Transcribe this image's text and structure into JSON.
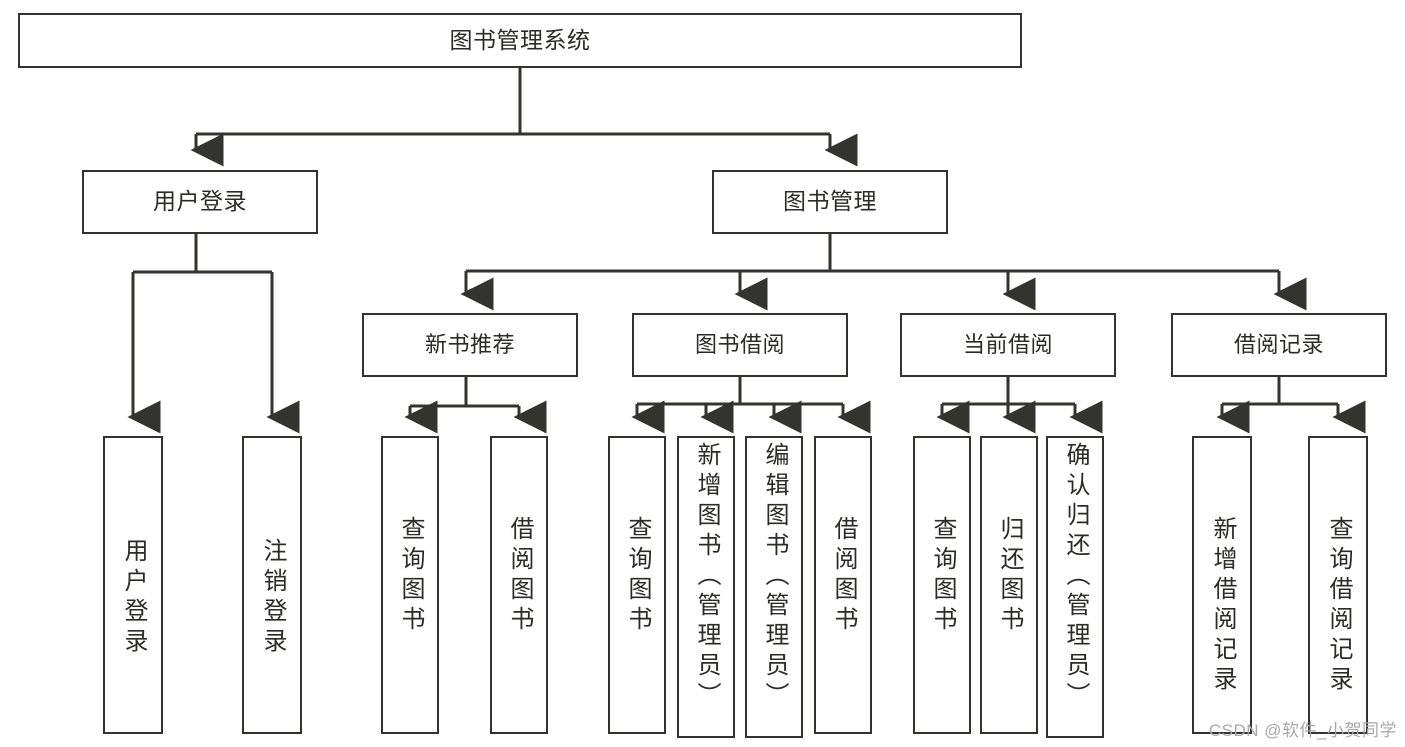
{
  "diagram": {
    "type": "tree-hierarchy-chart",
    "title": "图书管理系统",
    "line_color": "#33332f",
    "box_fill": "#ffffff",
    "text_color": "#2b2b28",
    "levels": {
      "root": {
        "label": "图书管理系统"
      },
      "level2": [
        {
          "id": "user-login",
          "label": "用户登录"
        },
        {
          "id": "book-management",
          "label": "图书管理"
        }
      ],
      "level3": [
        {
          "id": "new-book-recommend",
          "label": "新书推荐"
        },
        {
          "id": "book-borrow",
          "label": "图书借阅"
        },
        {
          "id": "current-borrow",
          "label": "当前借阅"
        },
        {
          "id": "borrow-record",
          "label": "借阅记录"
        }
      ],
      "leaves": [
        {
          "id": "leaf-user-login",
          "label": "用户登录",
          "parent": "user-login"
        },
        {
          "id": "leaf-logout",
          "label": "注销登录",
          "parent": "user-login"
        },
        {
          "id": "leaf-query-book-1",
          "label": "查询图书",
          "parent": "new-book-recommend"
        },
        {
          "id": "leaf-borrow-book-1",
          "label": "借阅图书",
          "parent": "new-book-recommend"
        },
        {
          "id": "leaf-query-book-2",
          "label": "查询图书",
          "parent": "book-borrow"
        },
        {
          "id": "leaf-add-book",
          "label": "新增图书（管理员）",
          "parent": "book-borrow"
        },
        {
          "id": "leaf-edit-book",
          "label": "编辑图书（管理员）",
          "parent": "book-borrow"
        },
        {
          "id": "leaf-borrow-book-2",
          "label": "借阅图书",
          "parent": "book-borrow"
        },
        {
          "id": "leaf-query-book-3",
          "label": "查询图书",
          "parent": "current-borrow"
        },
        {
          "id": "leaf-return-book",
          "label": "归还图书",
          "parent": "current-borrow"
        },
        {
          "id": "leaf-confirm-return",
          "label": "确认归还（管理员）",
          "parent": "current-borrow"
        },
        {
          "id": "leaf-add-record",
          "label": "新增借阅记录",
          "parent": "borrow-record"
        },
        {
          "id": "leaf-query-record",
          "label": "查询借阅记录",
          "parent": "borrow-record"
        }
      ]
    }
  },
  "watermark": {
    "text": "CSDN @软件_小贺同学"
  }
}
